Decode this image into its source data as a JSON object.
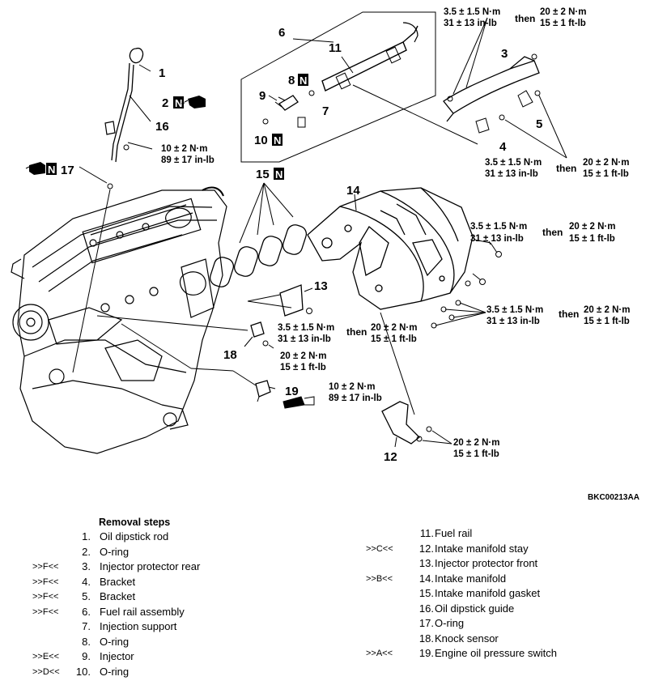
{
  "code": "BKC00213AA",
  "callouts": {
    "c1": "1",
    "c2": "2",
    "c3": "3",
    "c4": "4",
    "c5": "5",
    "c6": "6",
    "c7": "7",
    "c8": "8",
    "c9": "9",
    "c10": "10",
    "c11": "11",
    "c12": "12",
    "c13": "13",
    "c14": "14",
    "c15": "15",
    "c16": "16",
    "c17": "17",
    "c18": "18",
    "c19": "19"
  },
  "n_mark": "N",
  "torque": {
    "t_top_nm": "3.5 ± 1.5 N·m",
    "t_top_inlb": "31 ± 13 in-lb",
    "then": "then",
    "t20_nm": "20 ± 2 N·m",
    "t15_ftlb": "15 ± 1 ft-lb",
    "t10_nm": "10 ± 2 N·m",
    "t89_inlb": "89 ± 17 in-lb"
  },
  "legend": {
    "heading": "Removal steps",
    "left": [
      {
        "mark": "",
        "no": "1.",
        "name": "Oil dipstick rod"
      },
      {
        "mark": "",
        "no": "2.",
        "name": "O-ring"
      },
      {
        "mark": ">>F<<",
        "no": "3.",
        "name": "Injector protector rear"
      },
      {
        "mark": ">>F<<",
        "no": "4.",
        "name": "Bracket"
      },
      {
        "mark": ">>F<<",
        "no": "5.",
        "name": "Bracket"
      },
      {
        "mark": ">>F<<",
        "no": "6.",
        "name": "Fuel rail assembly"
      },
      {
        "mark": "",
        "no": "7.",
        "name": "Injection support"
      },
      {
        "mark": "",
        "no": "8.",
        "name": "O-ring"
      },
      {
        "mark": ">>E<<",
        "no": "9.",
        "name": "Injector"
      },
      {
        "mark": ">>D<<",
        "no": "10.",
        "name": "O-ring"
      }
    ],
    "right": [
      {
        "mark": "",
        "no": "11.",
        "name": "Fuel rail"
      },
      {
        "mark": ">>C<<",
        "no": "12.",
        "name": "Intake manifold stay"
      },
      {
        "mark": "",
        "no": "13.",
        "name": "Injector protector front"
      },
      {
        "mark": ">>B<<",
        "no": "14.",
        "name": "Intake manifold"
      },
      {
        "mark": "",
        "no": "15.",
        "name": "Intake manifold gasket"
      },
      {
        "mark": "",
        "no": "16.",
        "name": "Oil dipstick guide"
      },
      {
        "mark": "",
        "no": "17.",
        "name": "O-ring"
      },
      {
        "mark": "",
        "no": "18.",
        "name": "Knock sensor"
      },
      {
        "mark": ">>A<<",
        "no": "19.",
        "name": "Engine oil pressure switch"
      }
    ]
  }
}
